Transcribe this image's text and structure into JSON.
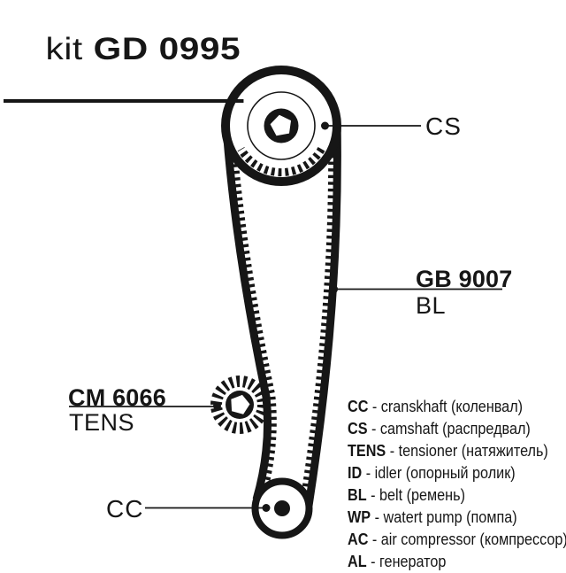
{
  "title": {
    "prefix": "kit ",
    "code": "GD 0995"
  },
  "callouts": {
    "camshaft": "CS",
    "belt_code": "GB 9007",
    "belt": "BL",
    "tensioner_code": "CM 6066",
    "tensioner": "TENS",
    "crankshaft": "CC"
  },
  "legend": {
    "separator": " - ",
    "items": [
      {
        "abbr": "CC",
        "desc": "cranskhaft (коленвал)"
      },
      {
        "abbr": "CS",
        "desc": "camshaft (распредвал)"
      },
      {
        "abbr": "TENS",
        "desc": "tensioner (натяжитель)"
      },
      {
        "abbr": "ID",
        "desc": "idler (опорный ролик)"
      },
      {
        "abbr": "BL",
        "desc": "belt (ремень)"
      },
      {
        "abbr": "WP",
        "desc": "watert pump (помпа)"
      },
      {
        "abbr": "AC",
        "desc": "air compressor (компрессор)"
      },
      {
        "abbr": "AL",
        "desc": "генератор"
      }
    ]
  },
  "colors": {
    "ink": "#161616",
    "background": "#ffffff"
  }
}
